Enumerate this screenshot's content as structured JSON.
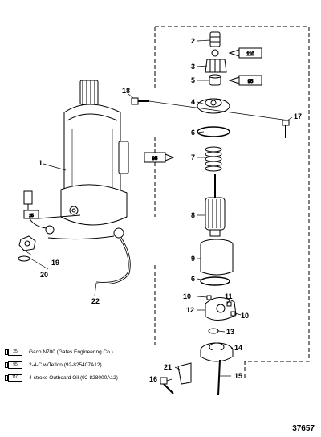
{
  "callouts": {
    "c1": "1",
    "c2": "2",
    "c3": "3",
    "c4": "4",
    "c5": "5",
    "c6a": "6",
    "c6b": "6",
    "c7": "7",
    "c8": "8",
    "c9": "9",
    "c10a": "10",
    "c10b": "10",
    "c11": "11",
    "c12": "12",
    "c13": "13",
    "c14": "14",
    "c15": "15",
    "c16": "16",
    "c17": "17",
    "c18": "18",
    "c19": "19",
    "c20": "20",
    "c21": "21",
    "c22": "22"
  },
  "tube_labels": {
    "t110": "110",
    "t95a": "95",
    "t95b": "95",
    "t25": "25"
  },
  "legend": [
    {
      "code": "25",
      "text": "Gaco N700 (Gates Engineering Co.)"
    },
    {
      "code": "95",
      "text": "2-4-C w/Teflon (92-825407A12)"
    },
    {
      "code": "110",
      "text": "4-stroke Outboard Oil (92-828000A12)"
    }
  ],
  "figure_number": "37657"
}
